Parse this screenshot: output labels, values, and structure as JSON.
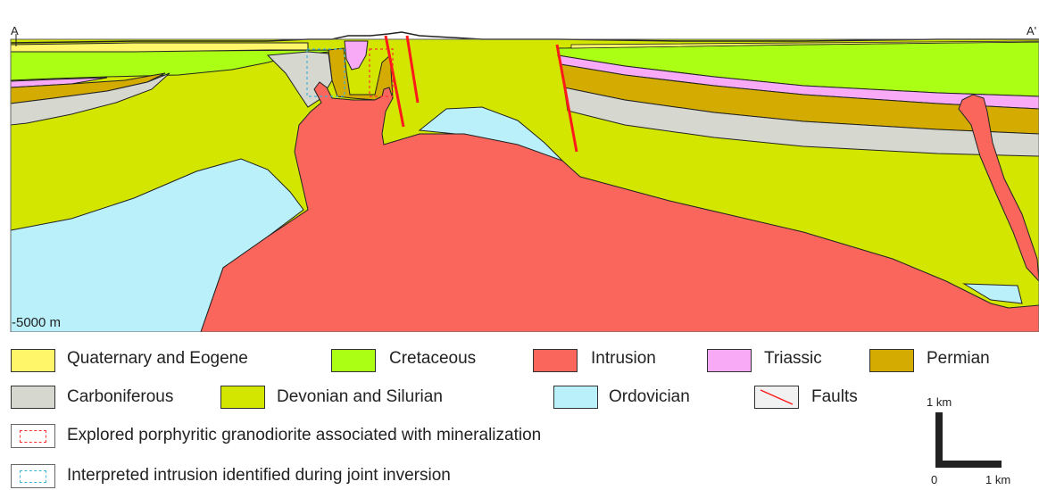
{
  "section": {
    "label_left": "A",
    "label_right": "A'",
    "depth_label": "-5000 m",
    "colors": {
      "quaternary": "#fff66a",
      "cretaceous": "#aaff14",
      "devonian": "#d3e600",
      "carboniferous": "#d6d8d0",
      "permian": "#d4ab00",
      "triassic": "#f9aaf7",
      "ordovician": "#b9f0fa",
      "intrusion": "#fa665c",
      "fault": "#ff1a1a",
      "explored_box": "#ff3030",
      "interpreted_box": "#3fb4d8"
    }
  },
  "legend": {
    "items": [
      {
        "label": "Quaternary and Eogene",
        "color": "#fff66a"
      },
      {
        "label": "Cretaceous",
        "color": "#aaff14"
      },
      {
        "label": "Intrusion",
        "color": "#fa665c"
      },
      {
        "label": "Triassic",
        "color": "#f9aaf7"
      },
      {
        "label": "Permian",
        "color": "#d4ab00"
      },
      {
        "label": "Carboniferous",
        "color": "#d6d8d0"
      },
      {
        "label": "Devonian and Silurian",
        "color": "#d3e600"
      },
      {
        "label": "Ordovician",
        "color": "#b9f0fa"
      },
      {
        "label": "Faults",
        "color": "#ff1a1a"
      }
    ],
    "explored": "Explored porphyritic granodiorite associated with mineralization",
    "interpreted": "Interpreted intrusion identified during joint inversion"
  },
  "scale_bar": {
    "vertical_label": "1 km",
    "zero_label": "0",
    "horizontal_label": "1 km"
  }
}
